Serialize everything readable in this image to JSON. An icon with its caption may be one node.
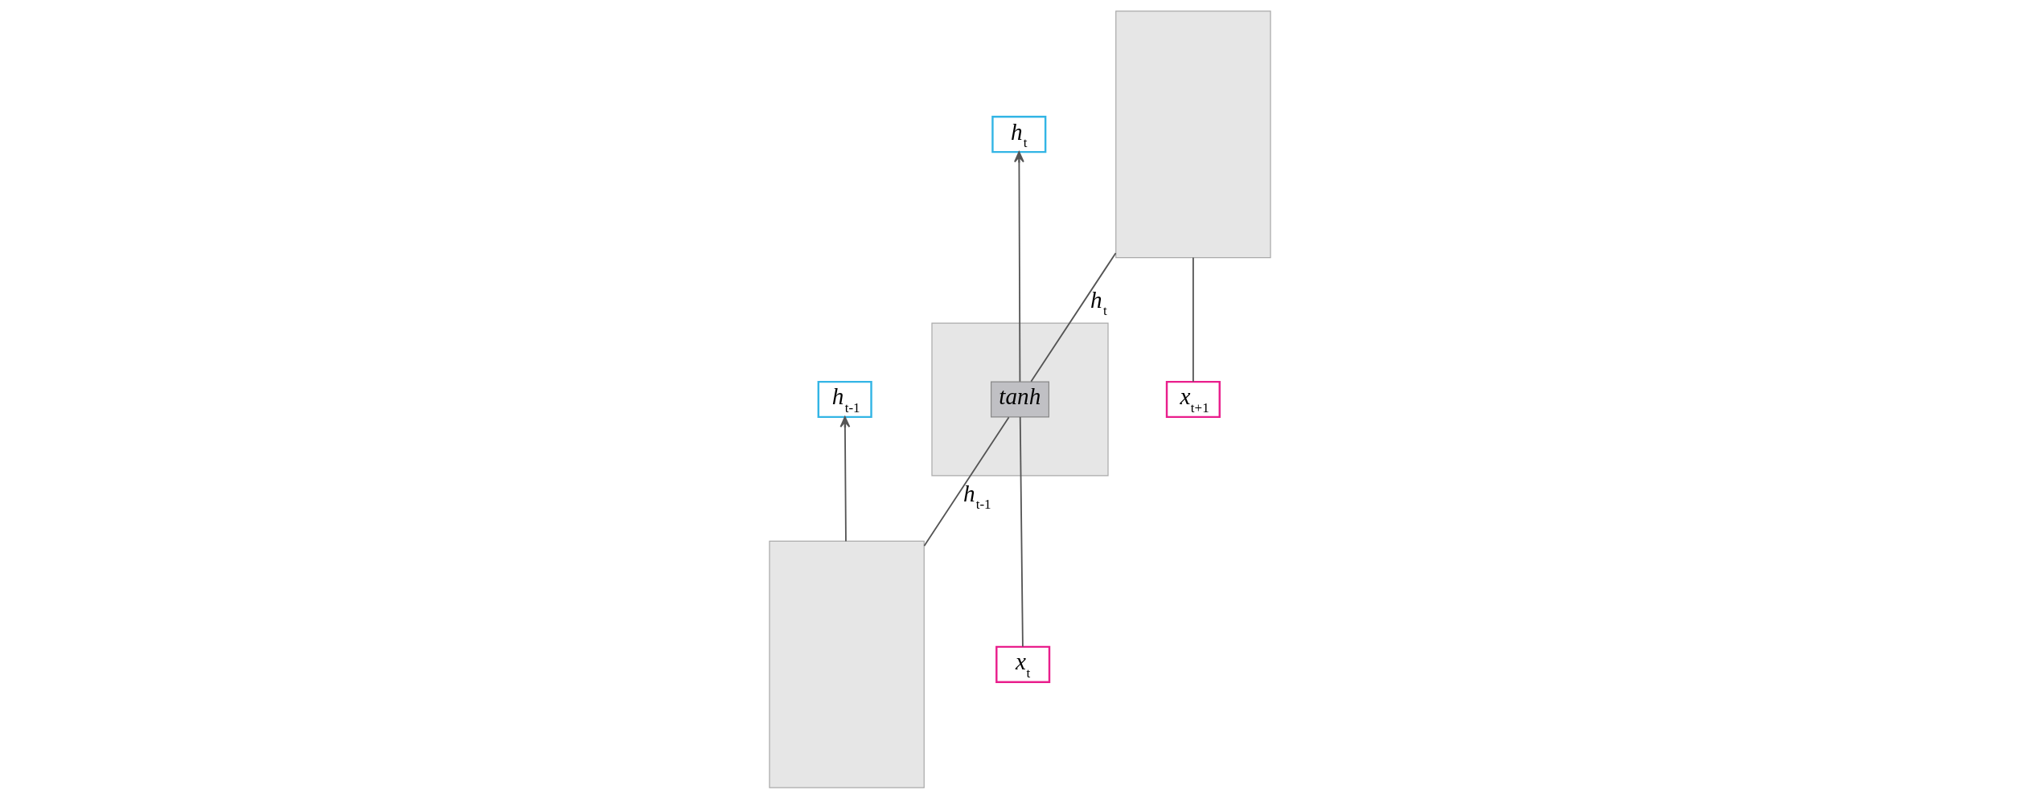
{
  "diagram": {
    "nodes": [
      {
        "text": [],
        "shape": "box"
      },
      {
        "text": [
          "h$_{t-1}$"
        ]
      },
      {
        "text": [],
        "shape": "box"
      },
      {
        "text": [
          "tanh"
        ],
        "in": 2
      },
      {
        "text": [
          "h$_{t}$"
        ]
      },
      {
        "text": [],
        "shape": "box"
      },
      {
        "text": [
          "x$_{t}$"
        ]
      },
      {
        "text": [
          "x$_{t+1}$"
        ]
      }
    ],
    "edges": [
      {
        "from": 0,
        "to": 1,
        "arrow": "to"
      },
      {
        "from": 0,
        "to": 3,
        "arrow": "none",
        "label": "h$_{t-1}$"
      },
      {
        "from": 6,
        "to": 3,
        "arrow": "none"
      },
      {
        "from": 3,
        "to": 4,
        "arrow": "to"
      },
      {
        "from": 3,
        "to": 5,
        "arrow": "none",
        "label": "h$_{t}$"
      },
      {
        "from": 7,
        "to": 5,
        "arrow": "none"
      }
    ]
  }
}
